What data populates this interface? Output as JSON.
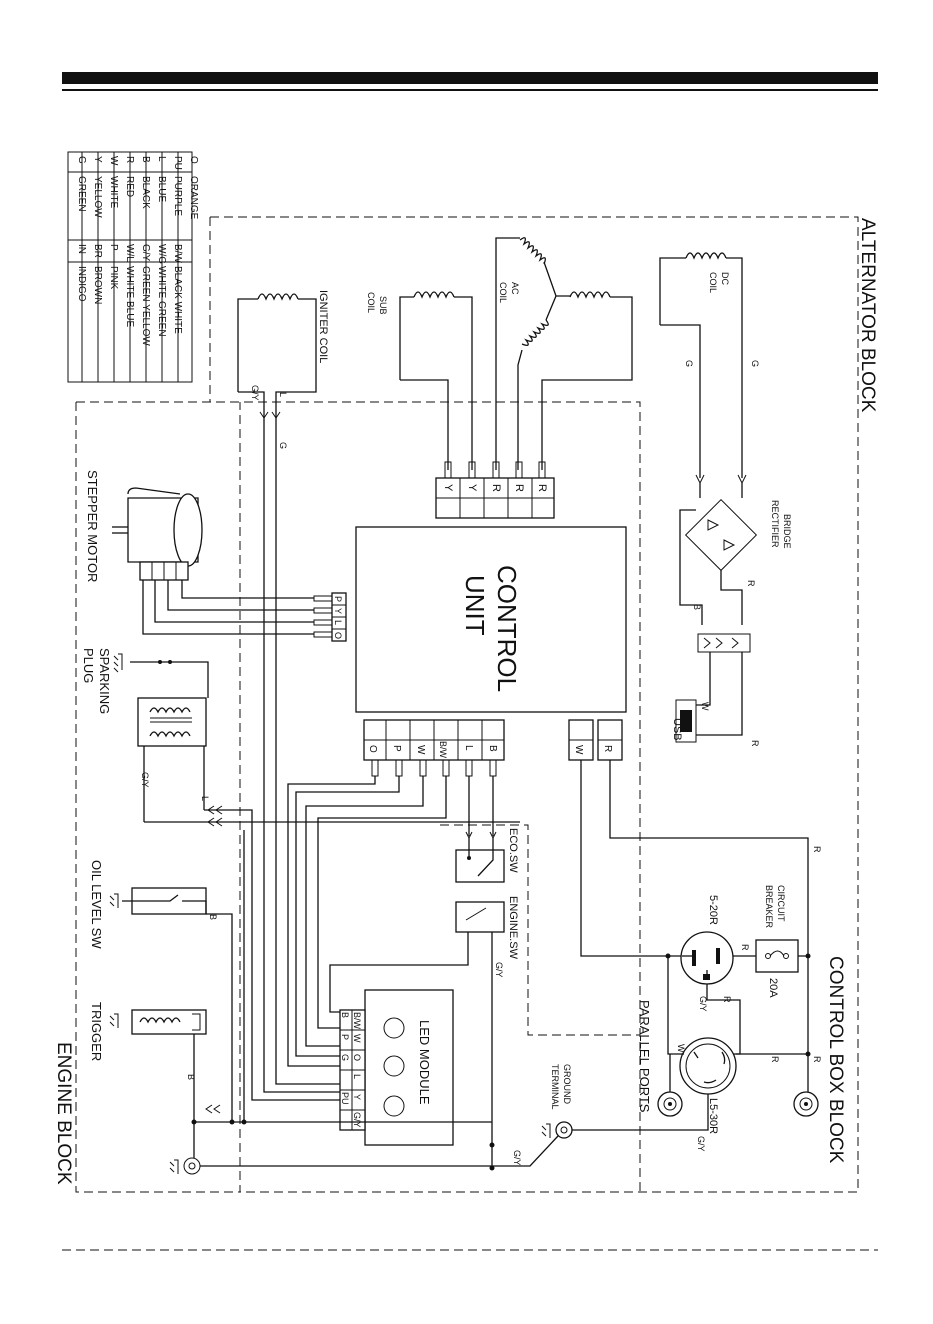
{
  "blocks": {
    "alternator": "ALTERNATOR BLOCK",
    "control_box": "CONTROL BOX BLOCK",
    "engine": "ENGINE BLOCK"
  },
  "legend": [
    {
      "code": "O",
      "name": "ORANGE",
      "code2": "",
      "name2": ""
    },
    {
      "code": "PU",
      "name": "PURPLE",
      "code2": "B/W",
      "name2": "BLACK WHITE"
    },
    {
      "code": "L",
      "name": "BLUE",
      "code2": "W/G",
      "name2": "WHITE GREEN"
    },
    {
      "code": "B",
      "name": "BLACK",
      "code2": "G/Y",
      "name2": "GREEN YELLOW"
    },
    {
      "code": "R",
      "name": "RED",
      "code2": "W/L",
      "name2": "WHITE BLUE"
    },
    {
      "code": "W",
      "name": "WHITE",
      "code2": "P",
      "name2": "PINK"
    },
    {
      "code": "Y",
      "name": "YELLOW",
      "code2": "BR",
      "name2": "BROWN"
    },
    {
      "code": "G",
      "name": "GREEN",
      "code2": "IN",
      "name2": "INDIGO"
    }
  ],
  "components": {
    "igniter_coil": "IGNITER COIL",
    "sub_coil": [
      "SUB",
      "COIL"
    ],
    "ac_coil": [
      "AC",
      "COIL"
    ],
    "dc_coil": [
      "DC",
      "COIL"
    ],
    "bridge_rectifier": [
      "BRIDGE",
      "RECTIFIER"
    ],
    "usb": "USB",
    "control_unit": [
      "CONTROL",
      "UNIT"
    ],
    "stepper_motor": "STEPPER MOTOR",
    "sparking_plug": [
      "SPARKING",
      "PLUG"
    ],
    "oil_level_sw": "OIL LEVEL SW",
    "trigger": "TRIGGER",
    "eco_sw": "ECO.SW",
    "engine_sw": "ENGINE.SW",
    "led_module": "LED MODULE",
    "circuit_breaker": [
      "CIRCUIT",
      "BREAKER"
    ],
    "breaker_rating": "20A",
    "receptacle_1": "5-20R",
    "receptacle_2": "L5-30R",
    "parallel_ports": "PARALLEL PORTS",
    "ground_terminal": [
      "GROUND",
      "TERMINAL"
    ]
  },
  "connectors": {
    "alternator": [
      "Y",
      "Y",
      "R",
      "R",
      "R"
    ],
    "stepper": [
      "P",
      "Y",
      "L",
      "O"
    ],
    "engine_side": [
      "O",
      "P",
      "W",
      "B/W",
      "L",
      "B"
    ],
    "output_side": [
      "W",
      "R"
    ],
    "led_module_top": [
      "B/W",
      "W",
      "O",
      "L",
      "Y",
      "G/Y"
    ],
    "led_module_bottom": [
      "B",
      "P",
      "G",
      "",
      "PU",
      ""
    ]
  },
  "wire_labels": {
    "g": "G",
    "gy": "G/Y",
    "l": "L",
    "r": "R",
    "b": "B",
    "w": "W"
  }
}
